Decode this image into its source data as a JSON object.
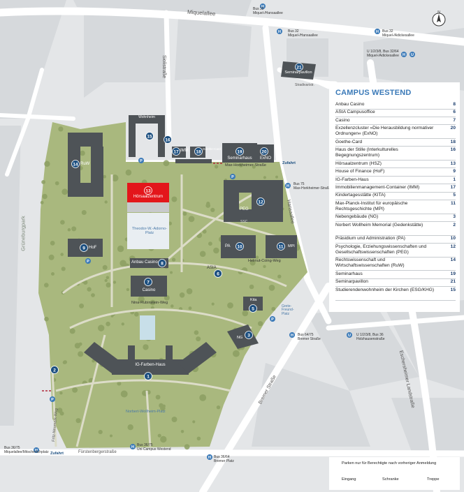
{
  "legend": {
    "title": "CAMPUS WESTEND",
    "items": [
      {
        "name": "Anbau Casino",
        "num": "8"
      },
      {
        "name": "AStA Campusoffice",
        "num": "6"
      },
      {
        "name": "Casino",
        "num": "7"
      },
      {
        "name": "Exzellenzcluster »Die Herausbildung normativer Ordnungen« (ExNO)",
        "num": "20"
      },
      {
        "name": "Goethe-Card",
        "num": "18"
      },
      {
        "name": "Haus der Stille (Interkulturelles Begegnungszentrum)",
        "num": "16"
      },
      {
        "name": "Hörsaalzentrum (HSZ)",
        "num": "13"
      },
      {
        "name": "House of Finance (HoF)",
        "num": "9"
      },
      {
        "name": "IG-Farben-Haus",
        "num": "1"
      },
      {
        "name": "Immobilienmanagement-Container (IMM)",
        "num": "17"
      },
      {
        "name": "Kindertagesstätte (KITA)",
        "num": "5"
      },
      {
        "name": "Max-Planck-Institut für europäische Rechtsgeschichte (MPI)",
        "num": "11"
      },
      {
        "name": "Nebengebäude (NG)",
        "num": "3"
      },
      {
        "name": "Norbert Wollheim Memorial (Gedenkstätte)",
        "num": "2"
      },
      {
        "name": "Präsidium und Administration (PA)",
        "num": "10"
      },
      {
        "name": "Psychologie, Erziehungswissenschaften und Gesellschaftswissenschaften (PEG)",
        "num": "12"
      },
      {
        "name": "Rechtswissenschaft und Wirtschaftswissenschaften (RuW)",
        "num": "14"
      },
      {
        "name": "Seminarhaus",
        "num": "19"
      },
      {
        "name": "Seminarpavillon",
        "num": "21"
      },
      {
        "name": "Studierendenwohnheim der Kirchen (ESG/KHG)",
        "num": "15"
      }
    ]
  },
  "key": {
    "parking": "Parken nur für Berechtigte nach vorheriger Anmeldung",
    "entrance": "Eingang",
    "barrier": "Schranke",
    "stairs": "Treppe",
    "parking_icon": "P"
  },
  "compass": "N",
  "streets": {
    "miquelallee": "Miquelallee",
    "siolistrasse": "Siolistraße",
    "gruneburgpark": "Grüneburgpark",
    "max_horkheimer": "Max-Horkheimer-Straße",
    "hansaallee": "Hansaallee",
    "helmut_coing": "Helmut-Coing-Weg",
    "nina_rubinstein": "Nina-Rubinstein-Weg",
    "bremer_strasse": "Bremer Straße",
    "eschersheimer": "Eschersheimer Landstraße",
    "fuerstenberger": "Fürstenbergerstraße",
    "lurgiallee": "Fritz-Neumark-Weg",
    "norbert_wollheim_platz": "Norbert-Wollheim-Platz",
    "theodor_adorno_platz": "Theodor-W.-Adorno-Platz",
    "grete_freund_platz": "Grete-Freund-Platz",
    "stradivari": "Stradivaristr.",
    "zufahrt": "Zufahrt"
  },
  "buildings": {
    "b1": {
      "num": "1",
      "label": "IG-Farben-Haus"
    },
    "b2": {
      "num": "2"
    },
    "b3": {
      "num": "3",
      "label": "NG"
    },
    "b5": {
      "num": "5",
      "label": "Kita"
    },
    "b6": {
      "num": "6",
      "label": "ASIA"
    },
    "b7": {
      "num": "7",
      "label": "Casino"
    },
    "b8": {
      "num": "8",
      "label": "Anbau Casino"
    },
    "b9": {
      "num": "9",
      "label": "HoF"
    },
    "b10": {
      "num": "10",
      "label": "PA"
    },
    "b11": {
      "num": "11",
      "label": "MPI"
    },
    "b12": {
      "num": "12",
      "label": "PEG",
      "label2": "SSC"
    },
    "b13": {
      "num": "13",
      "label": "Hörsaalzentrum"
    },
    "b14": {
      "num": "14",
      "label": "RuW"
    },
    "b15": {
      "num": "15",
      "label": "Wohnheim"
    },
    "b16": {
      "num": "16"
    },
    "b17": {
      "num": "17",
      "label": "IMM"
    },
    "b18": {
      "num": "18",
      "label": "Goethe-Card"
    },
    "b19": {
      "num": "19",
      "label": "Seminarhaus"
    },
    "b20": {
      "num": "20",
      "label": "ExNO"
    },
    "b21": {
      "num": "21",
      "label": "Seminarpavillon"
    }
  },
  "stops": {
    "s1": {
      "icon": "H",
      "text": "Bus 32\nMiquel-/Hansaallee"
    },
    "s2": {
      "icon": "H",
      "text": "Bus 32\nMiquel-/Hansaallee"
    },
    "s3": {
      "icon": "H",
      "text": "Bus 32\nMiquel-/Adickesallee"
    },
    "s4": {
      "icon": "U",
      "text": "U 1/2/3/8, Bus 32/64\nMiquel-/Adickesallee"
    },
    "s5": {
      "icon": "H",
      "text": "Bus 75\nMax-Horkheimer-Straße"
    },
    "s6": {
      "icon": "H",
      "text": "Bus 64/75\nBremer Straße"
    },
    "s7": {
      "icon": "U",
      "text": "U 1/2/3/8, Bus 36\nHolzhausenstraße"
    },
    "s8": {
      "icon": "H",
      "text": "Bus 36/75\nMiquelallee/Mitscherlichplatz"
    },
    "s9": {
      "icon": "H",
      "text": "Bus 36/75\nUni Campus Westend"
    },
    "s10": {
      "icon": "H",
      "text": "Bus 36/64\nBremer Platz"
    }
  },
  "colors": {
    "park": "#a9b87e",
    "building": "#4e5357",
    "highlight": "#e3161b",
    "marker": "#1c4f80",
    "accent": "#3b7ab8",
    "street": "#ffffff",
    "background": "#e4e6e8"
  }
}
